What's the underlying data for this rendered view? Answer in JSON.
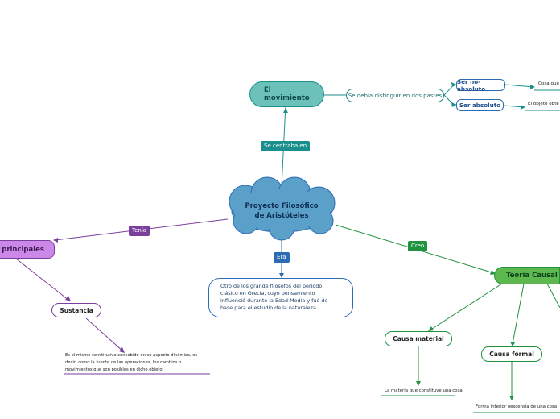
{
  "colors": {
    "teal": "#1a8f8d",
    "teal_fill": "#6cc2b8",
    "blue": "#2d6bb5",
    "blue_fill": "#5ba0c8",
    "purple": "#7a3e9d",
    "purple_fill": "#cc88e8",
    "green": "#21923e",
    "green_fill": "#5cb84f"
  },
  "center": {
    "line1": "Proyecto Filosófico",
    "line2": "de Aristóteles",
    "icon": "cloud-shape"
  },
  "movimiento": {
    "label_line1": "El",
    "label_line2": "movimiento",
    "edge_label": "Se centraba en",
    "distinguir": "Se debía distinguir en dos pastes",
    "no_absoluto": "Ser no-absoluto",
    "no_absoluto_note": "Cosa que",
    "absoluto": "Ser absoluto",
    "absoluto_note": "El objeto obte"
  },
  "principales": {
    "label": "ios principales",
    "edge_label": "Tenía",
    "sustancia": "Sustancia",
    "sustancia_note_line1": "Es el mismo constitutivo concebido en su aspecto dinámico, es",
    "sustancia_note_line2": "decir, como la fuente de las operaciones, los cambios o",
    "sustancia_note_line3": "movimientos que son posibles en dicho objeto."
  },
  "era": {
    "edge_label": "Era",
    "text_line1": "Otro de los grande filósofos del periódo",
    "text_line2": "clásico en Grecia, cuyo pensamiento",
    "text_line3": "influenció durante la Edad Media y fué de",
    "text_line4": "base para el estudio de la naturaleza."
  },
  "causal": {
    "edge_label": "Creó",
    "label": "Teoría Causal",
    "material": "Causa material",
    "material_note": "La materia que constituye una cosa",
    "formal": "Causa formal",
    "formal_note": "Forma interior oescensia de una cosa"
  }
}
